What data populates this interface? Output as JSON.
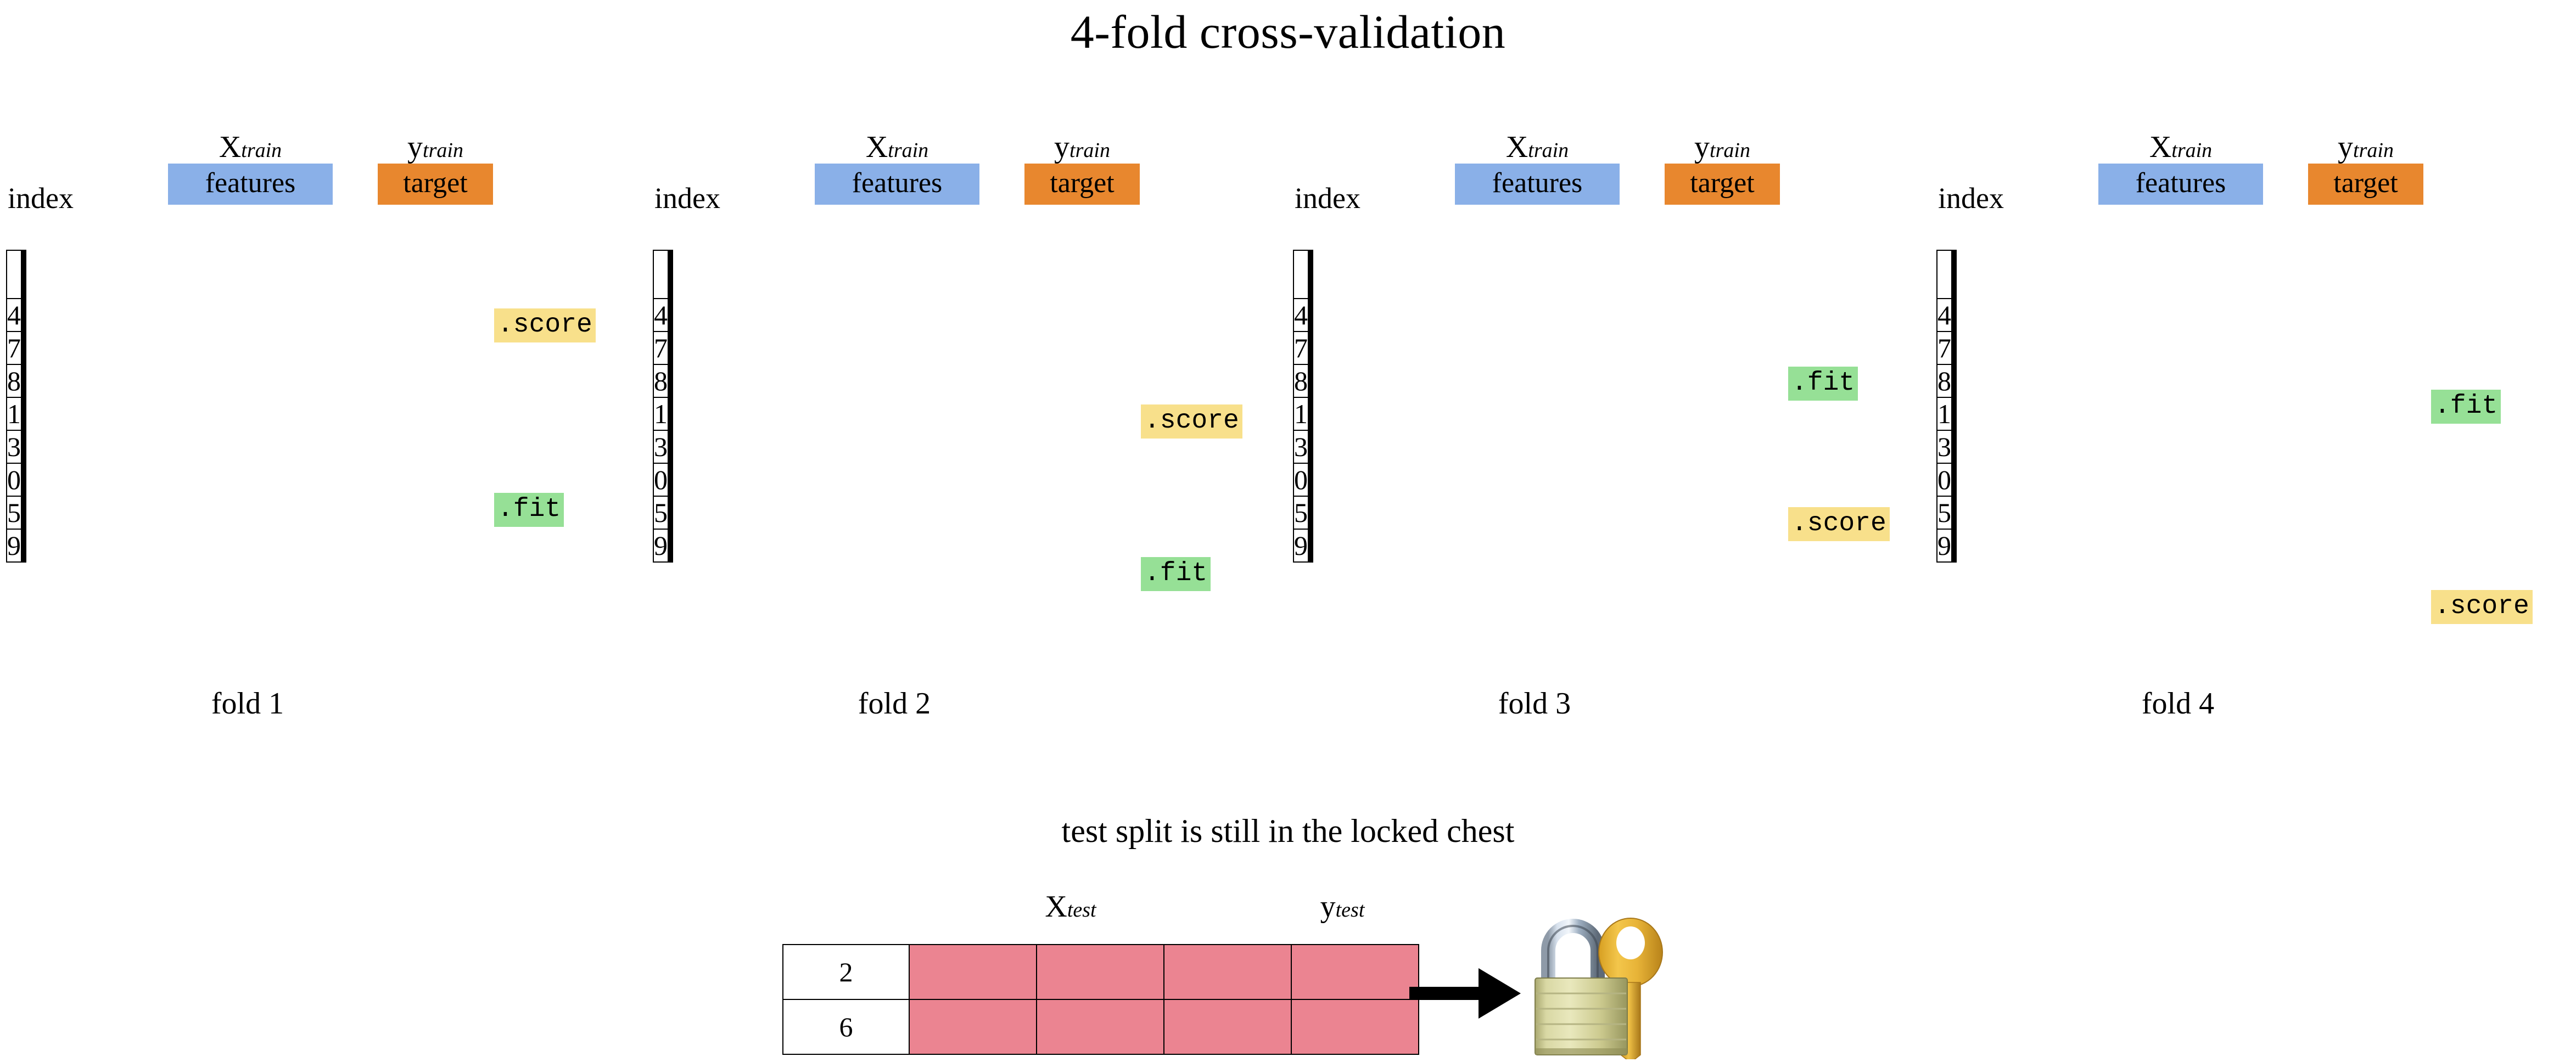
{
  "title": "4-fold cross-validation",
  "labels": {
    "index": "index",
    "x_train_base": "X",
    "x_train_sub": "train",
    "y_train_base": "y",
    "y_train_sub": "train",
    "features": "features",
    "target": "target",
    "x_test_base": "X",
    "x_test_sub": "test",
    "y_test_base": "y",
    "y_test_sub": "test"
  },
  "colors": {
    "features_blue": "#8ab0e8",
    "target_orange": "#e8872e",
    "train_green": "#85db85",
    "validation_yellow": "#f8e08b",
    "test_pink": "#eb8491",
    "fit_badge_green": "#96e096",
    "score_badge_yellow": "#f8e08b"
  },
  "row_indices": [
    "4",
    "7",
    "8",
    "1",
    "3",
    "0",
    "5",
    "9"
  ],
  "n_feature_columns": 3,
  "n_target_columns": 1,
  "folds": [
    {
      "name": "fold 1",
      "validation_rows": [
        "4",
        "7"
      ],
      "train_rows": [
        "8",
        "1",
        "3",
        "0",
        "5",
        "9"
      ],
      "row_roles": [
        "val",
        "val",
        "train",
        "train",
        "train",
        "train",
        "train",
        "train"
      ],
      "score_label": ".score",
      "fit_label": ".fit"
    },
    {
      "name": "fold 2",
      "validation_rows": [
        "8",
        "1"
      ],
      "train_rows": [
        "4",
        "7",
        "3",
        "0",
        "5",
        "9"
      ],
      "row_roles": [
        "train",
        "train",
        "val",
        "val",
        "train",
        "train",
        "train",
        "train"
      ],
      "score_label": ".score",
      "fit_label": ".fit"
    },
    {
      "name": "fold 3",
      "validation_rows": [
        "3",
        "0"
      ],
      "train_rows": [
        "4",
        "7",
        "8",
        "1",
        "5",
        "9"
      ],
      "row_roles": [
        "train",
        "train",
        "train",
        "train",
        "val",
        "val",
        "train",
        "train"
      ],
      "score_label": ".score",
      "fit_label": ".fit"
    },
    {
      "name": "fold 4",
      "validation_rows": [
        "5",
        "9"
      ],
      "train_rows": [
        "4",
        "7",
        "8",
        "1",
        "3",
        "0"
      ],
      "row_roles": [
        "train",
        "train",
        "train",
        "train",
        "train",
        "train",
        "val",
        "val"
      ],
      "score_label": ".score",
      "fit_label": ".fit"
    }
  ],
  "bottom": {
    "caption": "test split is still in the locked chest",
    "test_rows": [
      "2",
      "6"
    ],
    "lock_icon": "padlock-with-key"
  }
}
